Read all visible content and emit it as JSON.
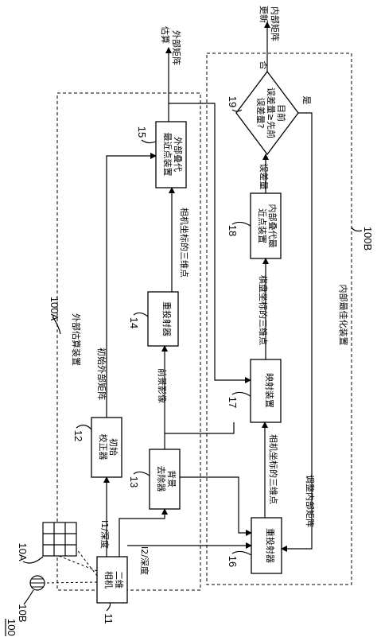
{
  "figure_label": "100",
  "ref": {
    "grid": "10A",
    "ball": "10B",
    "camera": "11",
    "calibrator": "12",
    "bg_remover": "13",
    "reprojector_outer": "14",
    "outer_icp": "15",
    "reprojector_inner": "16",
    "mapper": "17",
    "inner_icp": "18",
    "decision": "19",
    "outer_device": "100A",
    "inner_device": "100B"
  },
  "boxes": {
    "camera": [
      "二维",
      "相机"
    ],
    "calibrator": [
      "初始",
      "校正器"
    ],
    "bg_remover": [
      "背景",
      "去除器"
    ],
    "reprojector_outer": [
      "重投射器"
    ],
    "outer_icp": [
      "外部叠代",
      "最近点装置"
    ],
    "reprojector_inner": [
      "重投射器"
    ],
    "mapper": [
      "映射装置"
    ],
    "inner_icp": [
      "内部叠代最",
      "近点装置"
    ],
    "decision": [
      "目前",
      "误差量≥先前",
      "误差量?"
    ]
  },
  "labels": {
    "i1": "I1/深度",
    "i2": "I2/深度",
    "init_extrinsic": "初始外部矩阵",
    "foreground": "前景影像",
    "cam_3d_outer": "相机坐标的三维点",
    "cam_3d_inner": "相机坐标的三维点",
    "board_3d": "棋盘坐标的三维点",
    "error": "误差量",
    "adjust_intrinsic": "调整内部矩阵",
    "estimate_extrinsic": [
      "估算",
      "外部矩阵"
    ],
    "update_intrinsic": [
      "更新",
      "内部矩阵"
    ],
    "no": "否",
    "yes": "是",
    "outer_device_title": "外部估算装置",
    "inner_device_title": "内部最佳化装置"
  }
}
